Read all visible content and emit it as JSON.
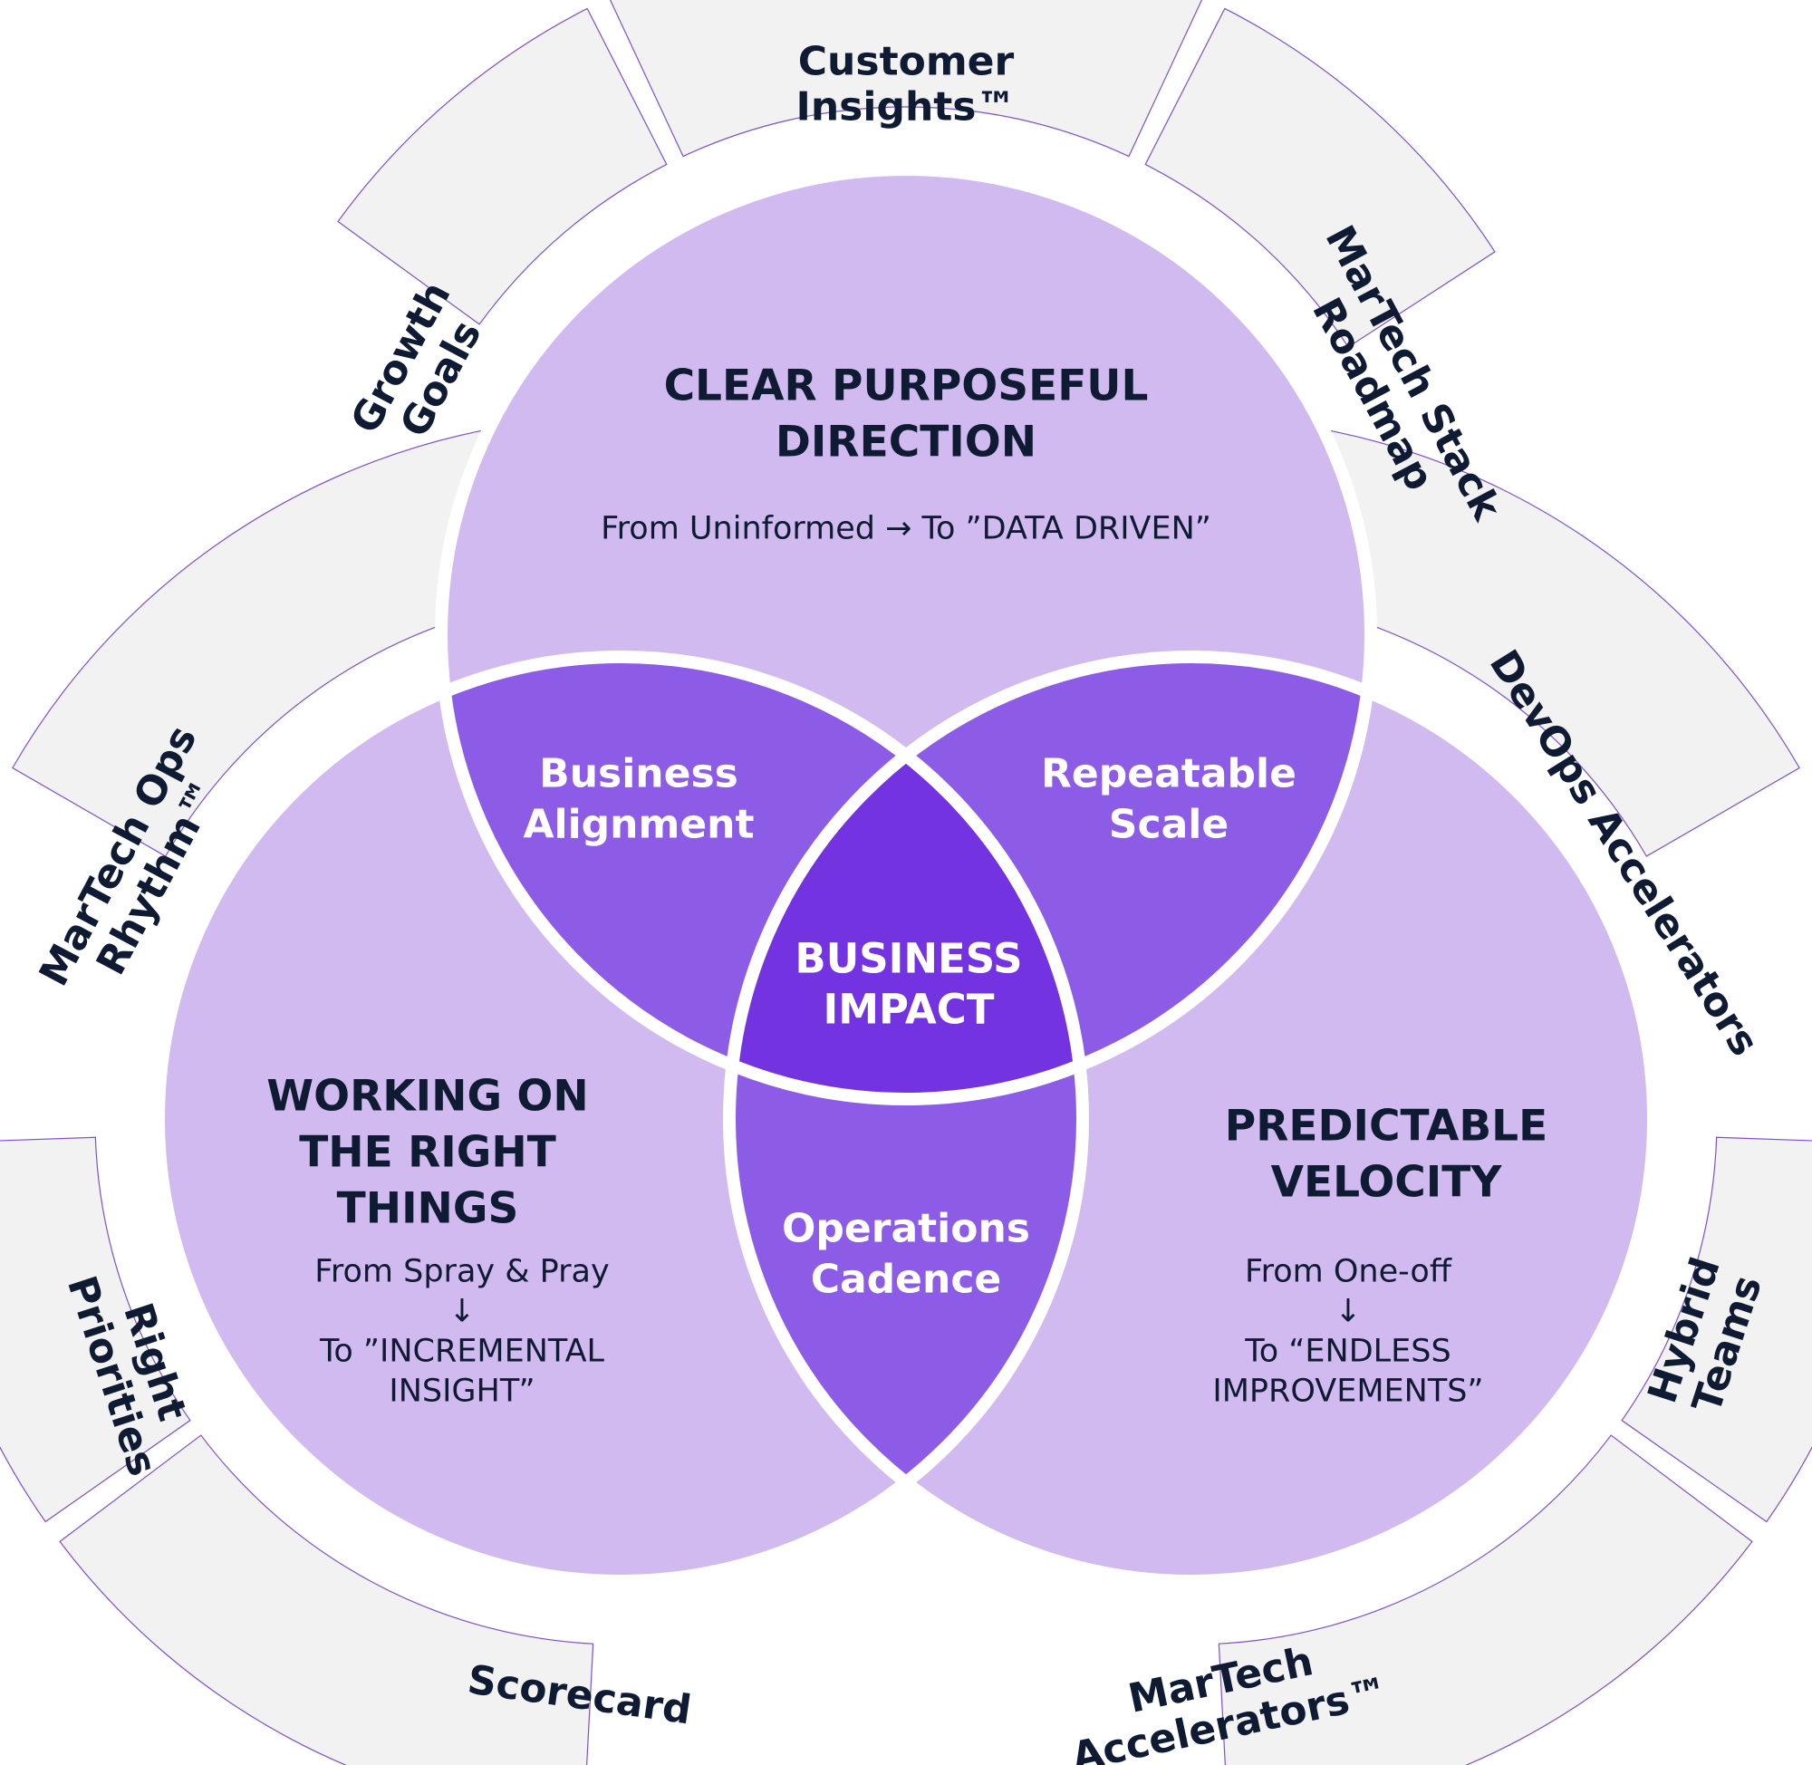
{
  "colors": {
    "band_fill": "#f2f2f2",
    "band_stroke": "#7e4fd0",
    "circle_fill": "#d0baef",
    "lens_fill": "#8d5ce6",
    "center_fill": "#7433e1",
    "dark_text": "#0f1a33",
    "light_text": "#ffffff"
  },
  "outer_ring": {
    "customer_insights": [
      "Customer",
      "Insights™"
    ],
    "martech_stack_roadmap": [
      "MarTech Stack",
      "Roadmap"
    ],
    "devops_accelerators": [
      "DevOps Accelerators"
    ],
    "hybrid_teams": [
      "Hybrid",
      "Teams"
    ],
    "martech_accelerators": [
      "MarTech",
      "Accelerators™"
    ],
    "scorecard": [
      "Scorecard"
    ],
    "right_priorities": [
      "Right",
      "Priorities"
    ],
    "martech_ops_rhythm": [
      "MarTech Ops",
      "Rhythm™"
    ],
    "growth_goals": [
      "Growth",
      "Goals"
    ]
  },
  "circles": {
    "top": {
      "title": [
        "CLEAR PURPOSEFUL",
        "DIRECTION"
      ],
      "subtitle": [
        "From Uninformed → To ”DATA DRIVEN”"
      ]
    },
    "left": {
      "title": [
        "WORKING ON",
        "THE RIGHT",
        "THINGS"
      ],
      "subtitle": [
        "From Spray & Pray",
        "↓",
        "To ”INCREMENTAL",
        "INSIGHT”"
      ]
    },
    "right": {
      "title": [
        "PREDICTABLE",
        "VELOCITY"
      ],
      "subtitle": [
        "From One-off",
        "↓",
        "To “ENDLESS",
        "IMPROVEMENTS”"
      ]
    }
  },
  "overlaps": {
    "business_alignment": [
      "Business",
      "Alignment"
    ],
    "repeatable_scale": [
      "Repeatable",
      "Scale"
    ],
    "operations_cadence": [
      "Operations",
      "Cadence"
    ]
  },
  "center": [
    "BUSINESS",
    "IMPACT"
  ]
}
